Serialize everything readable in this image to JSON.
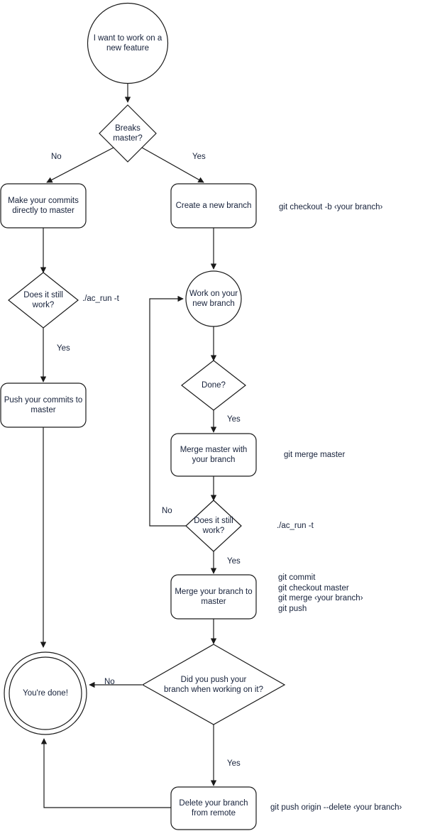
{
  "diagram": {
    "title": "Git feature branch workflow flowchart",
    "colors": {
      "stroke": "#1a1a1a",
      "text": "#16213a",
      "background": "#ffffff"
    },
    "nodes": {
      "start": {
        "label": "I want to work on a\nnew feature",
        "shape": "circle"
      },
      "breaks_master": {
        "label": "Breaks\nmaster?",
        "shape": "diamond"
      },
      "make_commits": {
        "label": "Make your commits\ndirectly to master",
        "shape": "rounded-rect"
      },
      "create_branch": {
        "label": "Create a new branch",
        "shape": "rounded-rect"
      },
      "does_it_work_left": {
        "label": "Does it still\nwork?",
        "shape": "diamond"
      },
      "push_commits": {
        "label": "Push your commits to\nmaster",
        "shape": "rounded-rect"
      },
      "work_on_branch": {
        "label": "Work on your\nnew branch",
        "shape": "circle"
      },
      "done_q": {
        "label": "Done?",
        "shape": "diamond"
      },
      "merge_master": {
        "label": "Merge master with\nyour branch",
        "shape": "rounded-rect"
      },
      "does_it_work_right": {
        "label": "Does it still\nwork?",
        "shape": "diamond"
      },
      "merge_branch_to_master": {
        "label": "Merge your branch to\nmaster",
        "shape": "rounded-rect"
      },
      "youre_done": {
        "label": "You're done!",
        "shape": "double-circle"
      },
      "did_you_push": {
        "label": "Did you push your\nbranch when working on it?",
        "shape": "diamond"
      },
      "delete_branch": {
        "label": "Delete your branch\nfrom remote",
        "shape": "rounded-rect"
      }
    },
    "edge_labels": {
      "breaks_no": "No",
      "breaks_yes": "Yes",
      "work_left_yes": "Yes",
      "done_yes": "Yes",
      "work_right_no": "No",
      "work_right_yes": "Yes",
      "push_no": "No",
      "push_yes": "Yes"
    },
    "notes": {
      "checkout": "git checkout -b ‹your branch›",
      "ac_run_left": "./ac_run -t",
      "merge_master_cmd": "git merge master",
      "ac_run_right": "./ac_run -t",
      "merge_commands": "git commit\ngit checkout master\ngit merge ‹your branch›\ngit push",
      "delete_remote": "git push origin --delete ‹your branch›"
    }
  }
}
